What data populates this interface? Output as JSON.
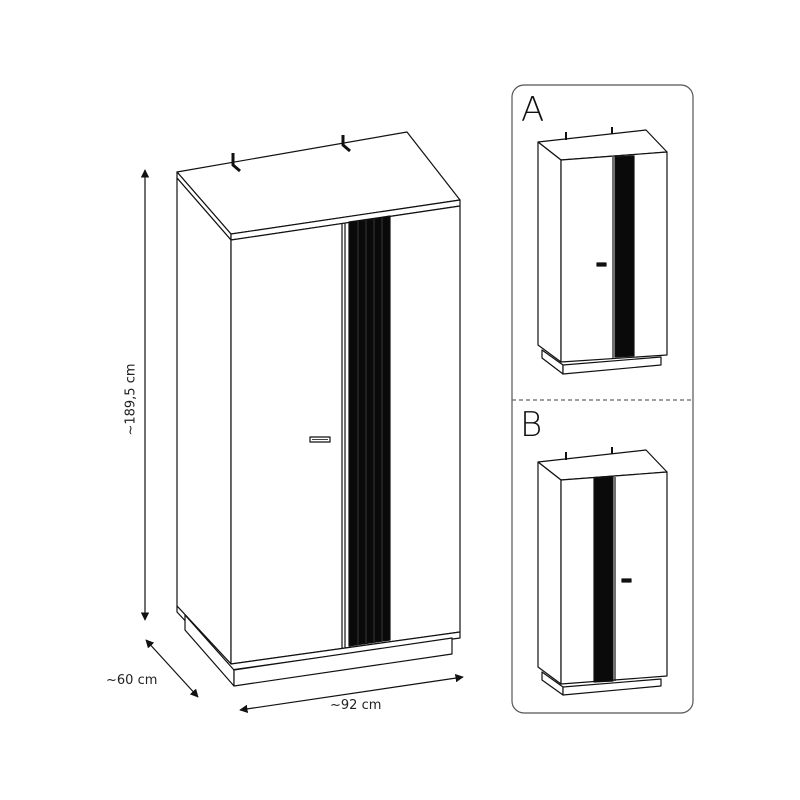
{
  "dimensions": {
    "height": "~189,5 cm",
    "depth": "~60 cm",
    "width": "~92 cm"
  },
  "variants": [
    {
      "label": "A"
    },
    {
      "label": "B"
    }
  ],
  "colors": {
    "line": "#111111",
    "accent_strip": "#0a0a0a",
    "panel_border": "#555555"
  }
}
